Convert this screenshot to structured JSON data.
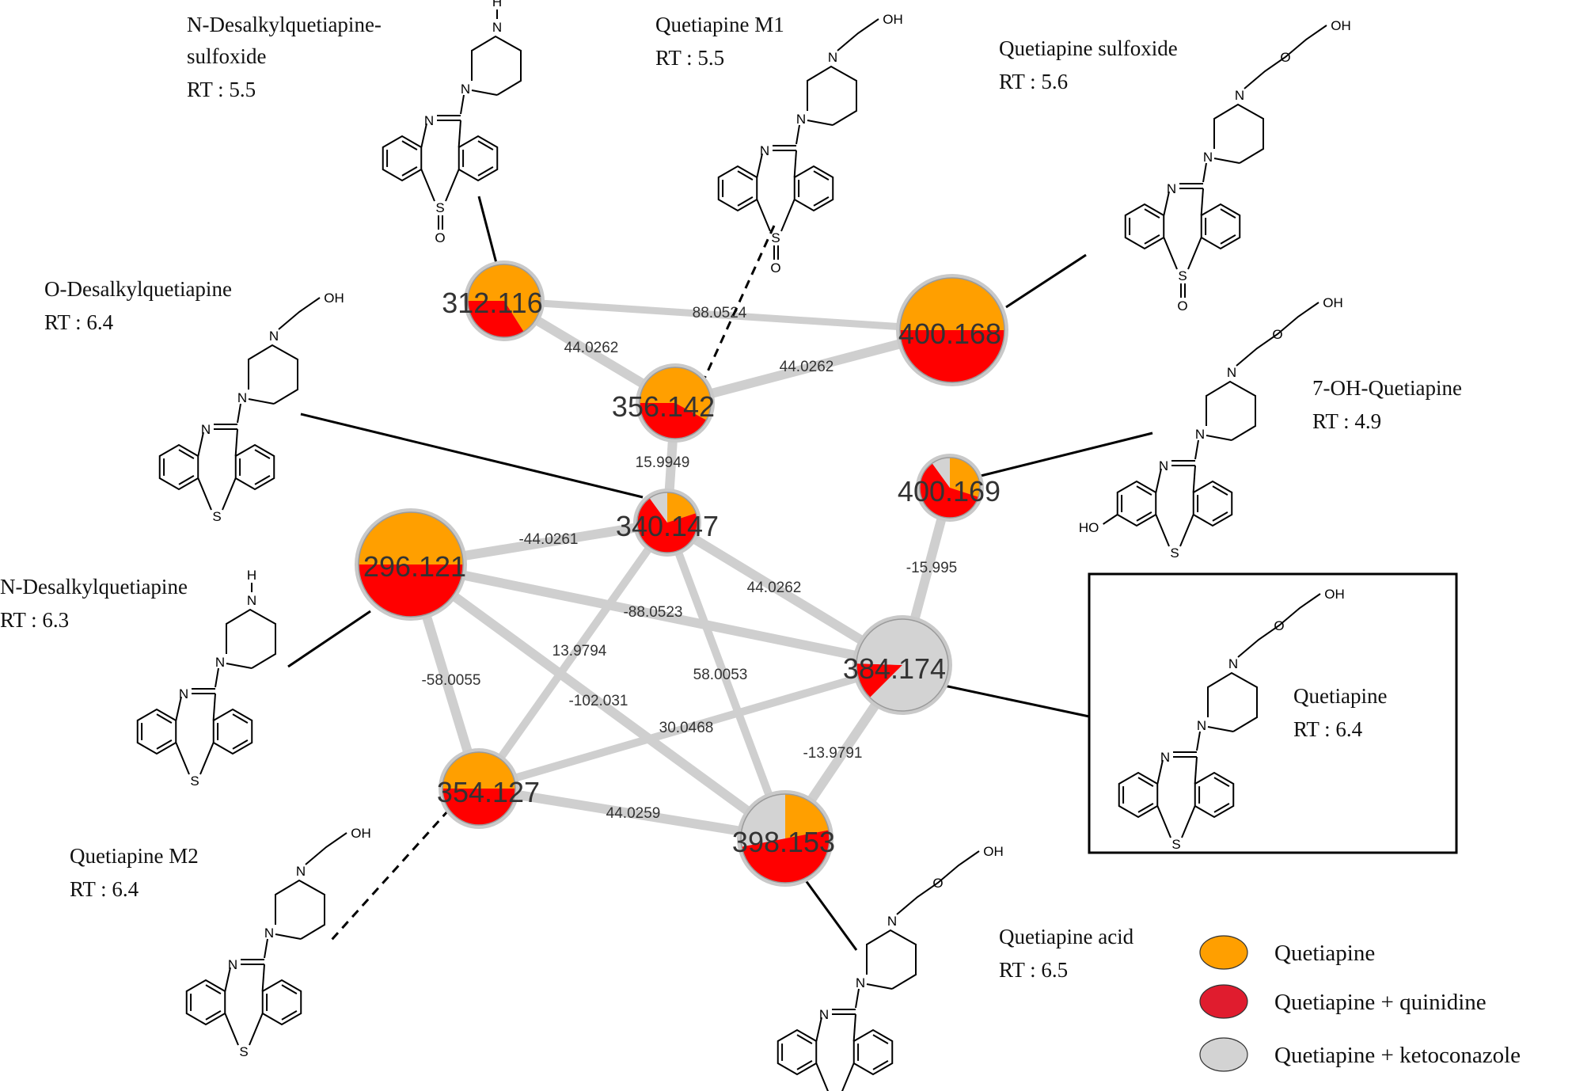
{
  "colors": {
    "quetiapine": "#ff9f00",
    "quinidine": "#ff0000",
    "ketoconazole": "#d3d3d3",
    "edge": "#cfcfcf",
    "link": "#000000"
  },
  "legend": [
    {
      "label": "Quetiapine",
      "color": "#ff9f00"
    },
    {
      "label": "Quetiapine + quinidine",
      "color": "#e01c2e"
    },
    {
      "label": "Quetiapine + ketoconazole",
      "color": "#d3d3d3"
    }
  ],
  "nodes": [
    {
      "id": "n312",
      "label": "312.116",
      "fractions": {
        "quetiapine": 0.66,
        "quinidine": 0.34,
        "ketoconazole": 0
      }
    },
    {
      "id": "n400a",
      "label": "400.168",
      "fractions": {
        "quetiapine": 0.5,
        "quinidine": 0.5,
        "ketoconazole": 0
      }
    },
    {
      "id": "n356",
      "label": "356.142",
      "fractions": {
        "quetiapine": 0.58,
        "quinidine": 0.42,
        "ketoconazole": 0
      }
    },
    {
      "id": "n340",
      "label": "340.147",
      "fractions": {
        "quetiapine": 0.2,
        "quinidine": 0.7,
        "ketoconazole": 0.1
      }
    },
    {
      "id": "n400b",
      "label": "400.169",
      "fractions": {
        "quetiapine": 0.3,
        "quinidine": 0.6,
        "ketoconazole": 0.1
      }
    },
    {
      "id": "n296",
      "label": "296.121",
      "fractions": {
        "quetiapine": 0.5,
        "quinidine": 0.5,
        "ketoconazole": 0
      }
    },
    {
      "id": "n384",
      "label": "384.174",
      "fractions": {
        "quetiapine": 0,
        "quinidine": 0.13,
        "ketoconazole": 0.87
      }
    },
    {
      "id": "n354",
      "label": "354.127",
      "fractions": {
        "quetiapine": 0.5,
        "quinidine": 0.5,
        "ketoconazole": 0
      }
    },
    {
      "id": "n398",
      "label": "398.153",
      "fractions": {
        "quetiapine": 0.22,
        "quinidine": 0.5,
        "ketoconazole": 0.28
      }
    }
  ],
  "edges": [
    {
      "from": "n312",
      "to": "n400a",
      "label": "88.0524"
    },
    {
      "from": "n312",
      "to": "n356",
      "label": "44.0262"
    },
    {
      "from": "n356",
      "to": "n400a",
      "label": "44.0262"
    },
    {
      "from": "n356",
      "to": "n340",
      "label": "15.9949"
    },
    {
      "from": "n296",
      "to": "n340",
      "label": "-44.0261"
    },
    {
      "from": "n340",
      "to": "n384",
      "label": "44.0262"
    },
    {
      "from": "n296",
      "to": "n384",
      "label": "-88.0523"
    },
    {
      "from": "n340",
      "to": "n354",
      "label": "13.9794"
    },
    {
      "from": "n340",
      "to": "n398",
      "label": "58.0053"
    },
    {
      "from": "n296",
      "to": "n354",
      "label": "-58.0055"
    },
    {
      "from": "n296",
      "to": "n398",
      "label": "-102.031"
    },
    {
      "from": "n354",
      "to": "n384",
      "label": "30.0468"
    },
    {
      "from": "n384",
      "to": "n398",
      "label": "-13.9791"
    },
    {
      "from": "n354",
      "to": "n398",
      "label": "44.0259"
    },
    {
      "from": "n400b",
      "to": "n384",
      "label": "-15.995"
    }
  ],
  "metabolites": [
    {
      "id": "m-ndesalkyl-sulfoxide",
      "name_lines": [
        "N-Desalkylquetiapine-",
        "sulfoxide"
      ],
      "rt": "RT : 5.5"
    },
    {
      "id": "m-m1",
      "name_lines": [
        "Quetiapine M1"
      ],
      "rt": "RT : 5.5"
    },
    {
      "id": "m-sulfoxide",
      "name_lines": [
        "Quetiapine sulfoxide"
      ],
      "rt": "RT : 5.6"
    },
    {
      "id": "m-odesalkyl",
      "name_lines": [
        "O-Desalkylquetiapine"
      ],
      "rt": "RT : 6.4"
    },
    {
      "id": "m-7oh",
      "name_lines": [
        "7-OH-Quetiapine"
      ],
      "rt": "RT : 4.9"
    },
    {
      "id": "m-ndesalkyl",
      "name_lines": [
        "N-Desalkylquetiapine"
      ],
      "rt": "RT : 6.3"
    },
    {
      "id": "m-parent",
      "name_lines": [
        "Quetiapine"
      ],
      "rt": "RT : 6.4"
    },
    {
      "id": "m-m2",
      "name_lines": [
        "Quetiapine M2"
      ],
      "rt": "RT : 6.4"
    },
    {
      "id": "m-acid",
      "name_lines": [
        "Quetiapine acid"
      ],
      "rt": "RT : 6.5"
    }
  ],
  "atoms": {
    "N": "N",
    "S": "S",
    "O": "O",
    "H": "H",
    "OH": "OH",
    "HO": "HO"
  }
}
